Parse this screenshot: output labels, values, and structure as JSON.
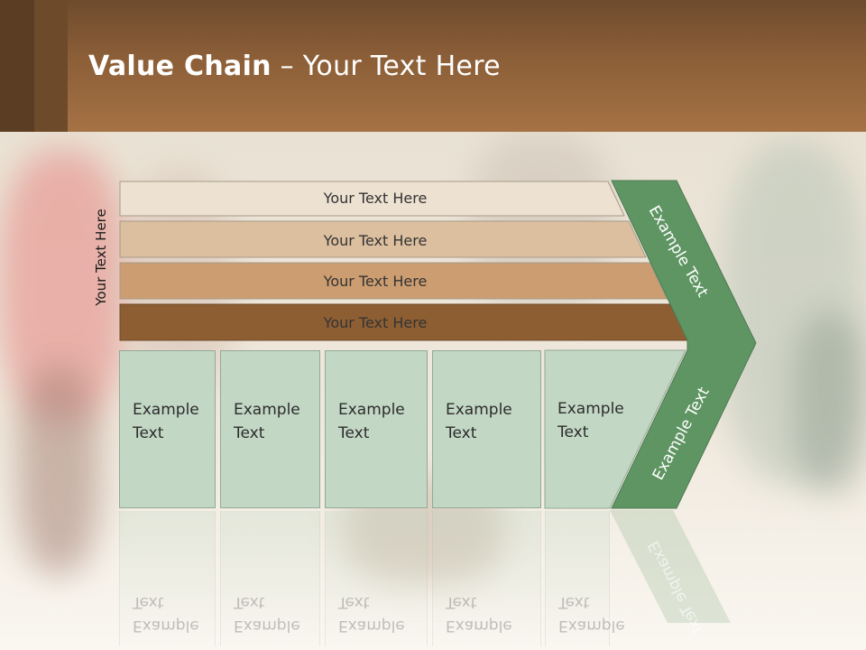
{
  "slide": {
    "title_bold": "Value Chain",
    "title_rest": " – Your Text Here",
    "side_label": "Your Text Here"
  },
  "rows": [
    {
      "label": "Your Text Here",
      "color": "#ede1d1"
    },
    {
      "label": "Your Text Here",
      "color": "#dcbf9f"
    },
    {
      "label": "Your Text Here",
      "color": "#cc9d71"
    },
    {
      "label": "Your Text Here",
      "color": "#8e5e33"
    }
  ],
  "boxes": [
    {
      "line1": "Example",
      "line2": "Text"
    },
    {
      "line1": "Example",
      "line2": "Text"
    },
    {
      "line1": "Example",
      "line2": "Text"
    },
    {
      "line1": "Example",
      "line2": "Text"
    },
    {
      "line1": "Example",
      "line2": "Text"
    }
  ],
  "chevron": {
    "top_label": "Example Text",
    "bottom_label": "Example Text",
    "color": "#5f9563"
  }
}
